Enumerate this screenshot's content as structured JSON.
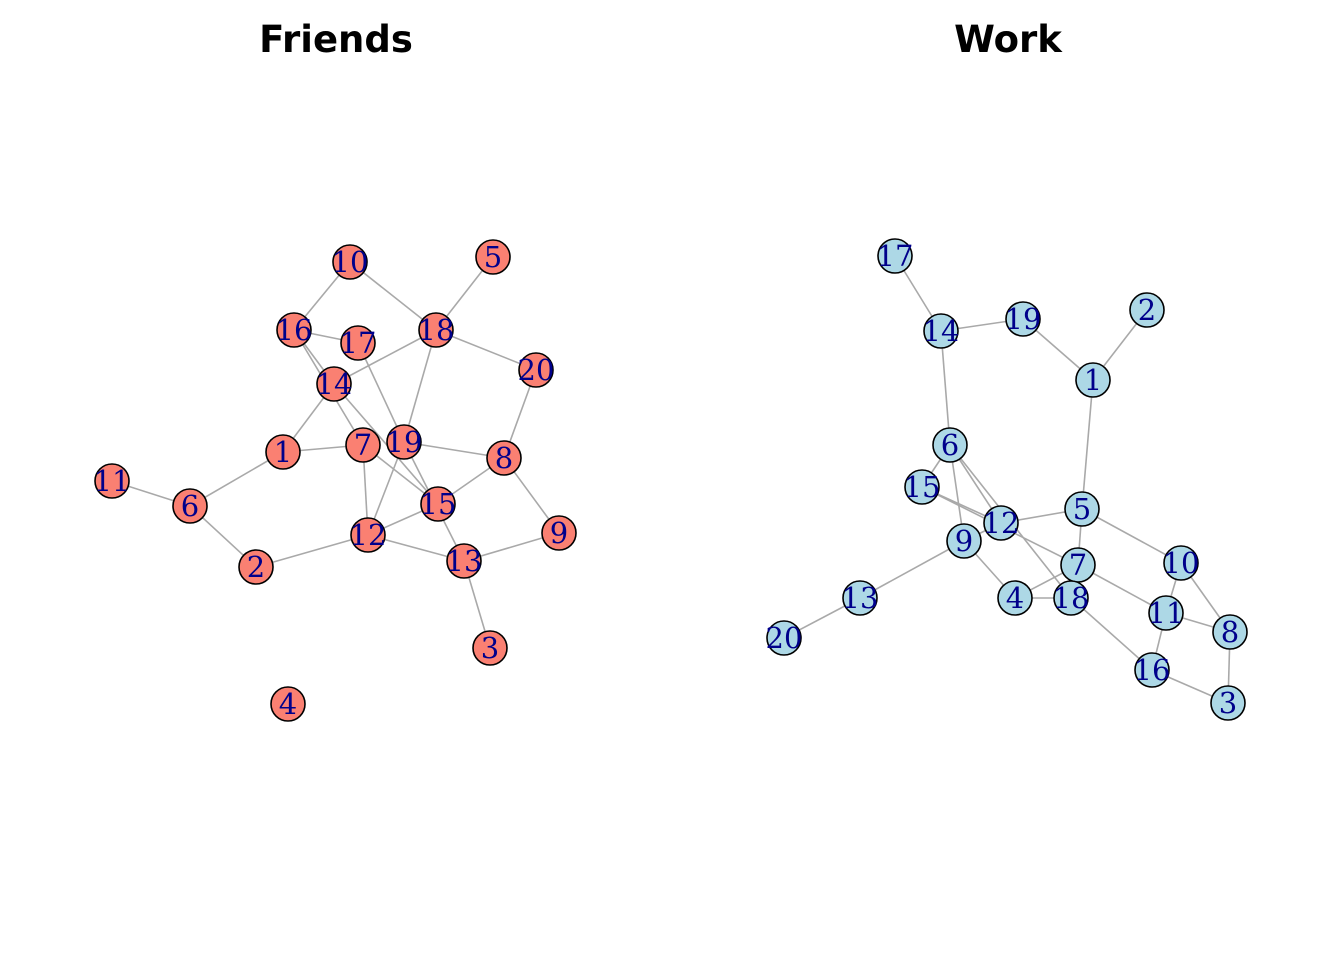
{
  "panels": [
    {
      "id": "friends",
      "title": "Friends",
      "node_color": "#fa8072",
      "nodes": [
        {
          "id": "1"
        },
        {
          "id": "2"
        },
        {
          "id": "3"
        },
        {
          "id": "4"
        },
        {
          "id": "5"
        },
        {
          "id": "6"
        },
        {
          "id": "7"
        },
        {
          "id": "8"
        },
        {
          "id": "9"
        },
        {
          "id": "10"
        },
        {
          "id": "11"
        },
        {
          "id": "12"
        },
        {
          "id": "13"
        },
        {
          "id": "14"
        },
        {
          "id": "15"
        },
        {
          "id": "16"
        },
        {
          "id": "17"
        },
        {
          "id": "18"
        },
        {
          "id": "19"
        },
        {
          "id": "20"
        }
      ],
      "edges": [
        [
          "10",
          "16"
        ],
        [
          "10",
          "18"
        ],
        [
          "5",
          "18"
        ],
        [
          "18",
          "20"
        ],
        [
          "18",
          "14"
        ],
        [
          "18",
          "19"
        ],
        [
          "16",
          "17"
        ],
        [
          "16",
          "14"
        ],
        [
          "16",
          "7"
        ],
        [
          "17",
          "19"
        ],
        [
          "14",
          "1"
        ],
        [
          "14",
          "15"
        ],
        [
          "1",
          "7"
        ],
        [
          "1",
          "6"
        ],
        [
          "6",
          "11"
        ],
        [
          "6",
          "2"
        ],
        [
          "2",
          "12"
        ],
        [
          "7",
          "12"
        ],
        [
          "7",
          "15"
        ],
        [
          "19",
          "12"
        ],
        [
          "19",
          "8"
        ],
        [
          "19",
          "13"
        ],
        [
          "20",
          "8"
        ],
        [
          "8",
          "15"
        ],
        [
          "8",
          "9"
        ],
        [
          "12",
          "15"
        ],
        [
          "12",
          "13"
        ],
        [
          "13",
          "9"
        ],
        [
          "13",
          "3"
        ]
      ]
    },
    {
      "id": "work",
      "title": "Work",
      "node_color": "#add8e6",
      "nodes": [
        {
          "id": "1"
        },
        {
          "id": "2"
        },
        {
          "id": "3"
        },
        {
          "id": "4"
        },
        {
          "id": "5"
        },
        {
          "id": "6"
        },
        {
          "id": "7"
        },
        {
          "id": "8"
        },
        {
          "id": "9"
        },
        {
          "id": "10"
        },
        {
          "id": "11"
        },
        {
          "id": "12"
        },
        {
          "id": "13"
        },
        {
          "id": "14"
        },
        {
          "id": "15"
        },
        {
          "id": "16"
        },
        {
          "id": "17"
        },
        {
          "id": "18"
        },
        {
          "id": "19"
        },
        {
          "id": "20"
        }
      ],
      "edges": [
        [
          "17",
          "14"
        ],
        [
          "14",
          "19"
        ],
        [
          "19",
          "1"
        ],
        [
          "1",
          "2"
        ],
        [
          "1",
          "5"
        ],
        [
          "14",
          "6"
        ],
        [
          "6",
          "15"
        ],
        [
          "6",
          "9"
        ],
        [
          "6",
          "12"
        ],
        [
          "6",
          "18"
        ],
        [
          "15",
          "12"
        ],
        [
          "15",
          "7"
        ],
        [
          "12",
          "5"
        ],
        [
          "12",
          "9"
        ],
        [
          "5",
          "7"
        ],
        [
          "5",
          "10"
        ],
        [
          "9",
          "13"
        ],
        [
          "9",
          "4"
        ],
        [
          "13",
          "20"
        ],
        [
          "4",
          "18"
        ],
        [
          "4",
          "7"
        ],
        [
          "7",
          "18"
        ],
        [
          "7",
          "11"
        ],
        [
          "18",
          "16"
        ],
        [
          "11",
          "16"
        ],
        [
          "11",
          "8"
        ],
        [
          "10",
          "11"
        ],
        [
          "10",
          "8"
        ],
        [
          "8",
          "3"
        ],
        [
          "16",
          "3"
        ]
      ]
    }
  ]
}
